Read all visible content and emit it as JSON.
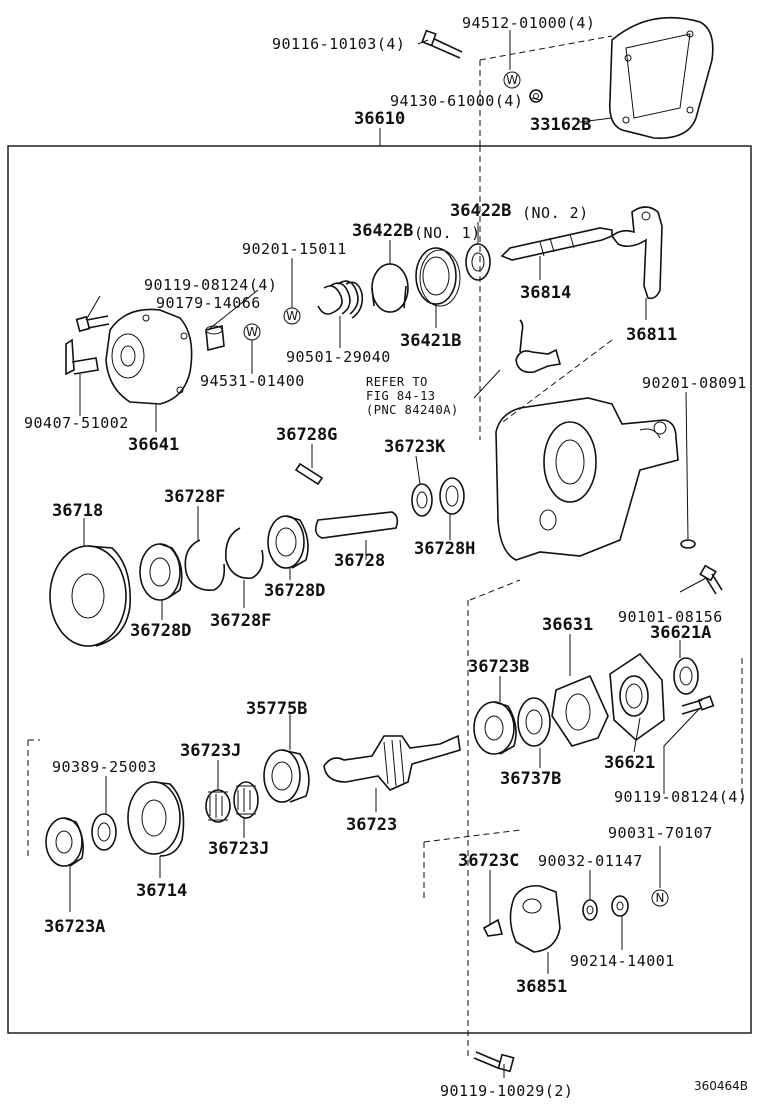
{
  "diagram": {
    "assembly_label": "36610",
    "figure_code": "360464B",
    "refer_note": {
      "line1": "REFER TO",
      "line2": "FIG 84-13",
      "line3": "(PNC 84240A)"
    },
    "markers": {
      "w1": "W",
      "w2": "W",
      "w3": "W",
      "n1": "N"
    },
    "parts": {
      "p90116": "90116-10103(4)",
      "p94512": "94512-01000(4)",
      "p94130": "94130-61000(4)",
      "p33162B": "33162B",
      "p36422B_1": "36422B",
      "p_no1": "(NO. 1)",
      "p36422B_2": "36422B",
      "p_no2": "(NO. 2)",
      "p90201_15011": "90201-15011",
      "p90119_08124_top": "90119-08124(4)",
      "p90179": "90179-14066",
      "p36814": "36814",
      "p36811": "36811",
      "p36421B": "36421B",
      "p90501": "90501-29040",
      "p94531": "94531-01400",
      "p90407": "90407-51002",
      "p36641": "36641",
      "p90201_08091": "90201-08091",
      "p36728G": "36728G",
      "p36723K": "36723K",
      "p36718": "36718",
      "p36728F_top": "36728F",
      "p36728": "36728",
      "p36728H": "36728H",
      "p36728D_right": "36728D",
      "p36728F_bottom": "36728F",
      "p36728D_left": "36728D",
      "p90101": "90101-08156",
      "p36631": "36631",
      "p36621A": "36621A",
      "p36723B": "36723B",
      "p35775B": "35775B",
      "p36723J_top": "36723J",
      "p90389": "90389-25003",
      "p36737B": "36737B",
      "p36621": "36621",
      "p90119_08124_right": "90119-08124(4)",
      "p36723": "36723",
      "p90031": "90031-70107",
      "p36723J_bottom": "36723J",
      "p36714": "36714",
      "p36723C": "36723C",
      "p90032": "90032-01147",
      "p36723A": "36723A",
      "p90214": "90214-14001",
      "p36851": "36851",
      "p90119_10029": "90119-10029(2)"
    }
  }
}
